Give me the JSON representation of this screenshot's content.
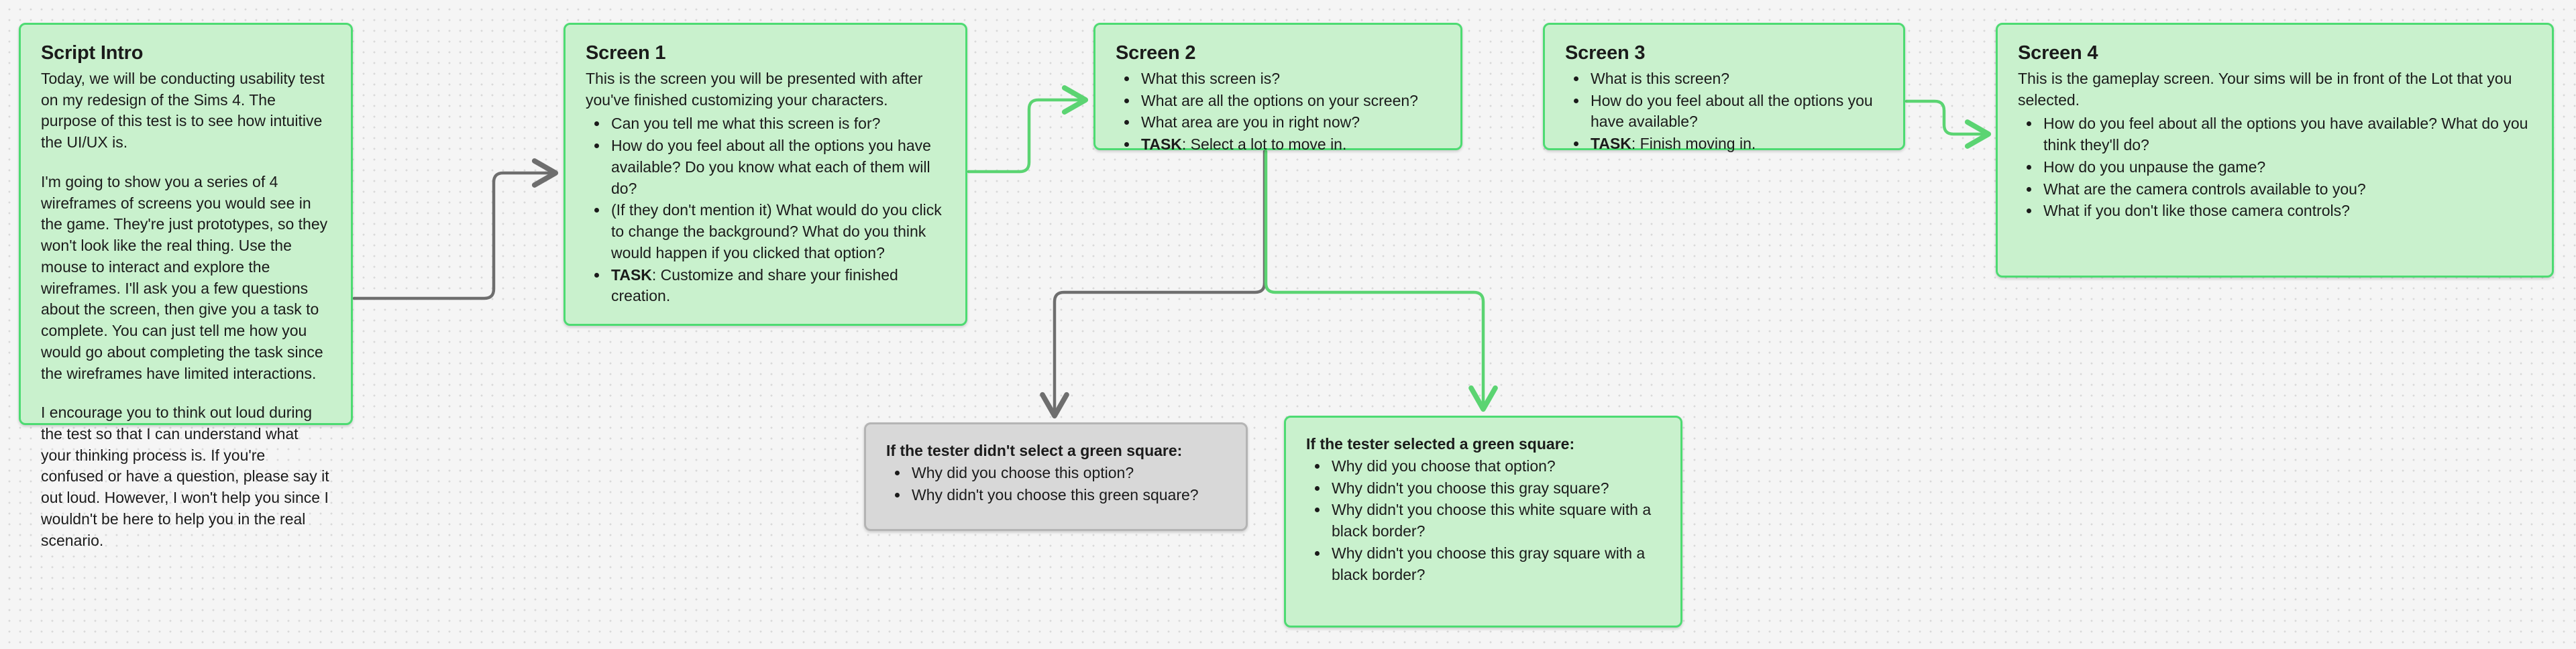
{
  "canvas": {
    "background_color": "#f5f5f5",
    "dot_color": "#d9d9d9",
    "green_fill": "#c9f1cd",
    "green_border": "#4ddb72",
    "gray_fill": "#d8d8d8",
    "gray_border": "#b4b4b4",
    "arrow_gray": "#6e6e6e",
    "arrow_green": "#5bd472"
  },
  "cards": {
    "intro": {
      "title": "Script Intro",
      "paragraphs": [
        "Today, we will be conducting usability test on my redesign of the Sims 4. The purpose of this test is to see how intuitive the UI/UX is.",
        "I'm going to show you a series of 4 wireframes of screens you would see in the game. They're just prototypes, so they won't look like the real thing. Use the mouse to interact and explore the wireframes. I'll ask you a few questions about the screen, then give you a task to complete. You can just tell me how you would go about completing the task since the wireframes have limited interactions.",
        "I encourage you to think out loud during the test so that I can understand what your thinking process is. If you're confused or have a question, please say it out loud. However, I won't help you since I wouldn't be here to help you in the real scenario."
      ]
    },
    "screen1": {
      "title": "Screen 1",
      "intro": "This is the screen you will be presented with after you've finished customizing your characters.",
      "bullets": [
        {
          "lead": "",
          "text": "Can you tell me what this screen is for?"
        },
        {
          "lead": "",
          "text": "How do you feel about all the options you have available? Do you know what each of them will do?"
        },
        {
          "lead": "",
          "text": "(If they don't mention it) What would do you click to change the background? What do you think would happen if you clicked that option?"
        },
        {
          "lead": "TASK",
          "text": ": Customize and share your finished creation."
        }
      ]
    },
    "screen2": {
      "title": "Screen 2",
      "intro": "",
      "bullets": [
        {
          "lead": "",
          "text": "What this screen is?"
        },
        {
          "lead": "",
          "text": "What are all the options on your screen?"
        },
        {
          "lead": "",
          "text": "What area are you in right now?"
        },
        {
          "lead": "TASK",
          "text": ": Select a lot to move in."
        }
      ]
    },
    "screen3": {
      "title": "Screen 3",
      "intro": "",
      "bullets": [
        {
          "lead": "",
          "text": "What is this screen?"
        },
        {
          "lead": "",
          "text": "How do you feel about all the options you have available?"
        },
        {
          "lead": "TASK",
          "text": ": Finish moving in."
        }
      ]
    },
    "screen4": {
      "title": "Screen 4",
      "intro": "This is the gameplay screen. Your sims will be in front of the Lot that you selected.",
      "bullets": [
        {
          "lead": "",
          "text": "How do you feel about all the options you have available? What do you think they'll do?"
        },
        {
          "lead": "",
          "text": "How do you unpause the game?"
        },
        {
          "lead": "",
          "text": "What are the camera controls available to you?"
        },
        {
          "lead": "",
          "text": "What if you don't like those camera controls?"
        }
      ]
    },
    "branch_no": {
      "title": "If the tester didn't select a green square:",
      "bullets": [
        {
          "lead": "",
          "text": "Why did you choose this option?"
        },
        {
          "lead": "",
          "text": "Why didn't you choose this green square?"
        }
      ]
    },
    "branch_yes": {
      "title": "If the tester selected a green square:",
      "bullets": [
        {
          "lead": "",
          "text": "Why did you choose that option?"
        },
        {
          "lead": "",
          "text": "Why didn't you choose this gray square?"
        },
        {
          "lead": "",
          "text": "Why didn't you choose this white square with a black border?"
        },
        {
          "lead": "",
          "text": "Why didn't you choose this gray square with a black border?"
        }
      ]
    }
  },
  "connectors": [
    {
      "name": "intro-to-screen1",
      "color": "#6e6e6e",
      "from": "intro",
      "to": "screen1"
    },
    {
      "name": "screen1-to-screen2",
      "color": "#5bd472",
      "from": "screen1",
      "to": "screen2"
    },
    {
      "name": "screen3-to-screen4",
      "color": "#5bd472",
      "from": "screen3",
      "to": "screen4"
    },
    {
      "name": "screen2-to-branch-no",
      "color": "#6e6e6e",
      "from": "screen2",
      "to": "branch_no"
    },
    {
      "name": "screen2-to-branch-yes",
      "color": "#5bd472",
      "from": "screen2",
      "to": "branch_yes"
    }
  ]
}
